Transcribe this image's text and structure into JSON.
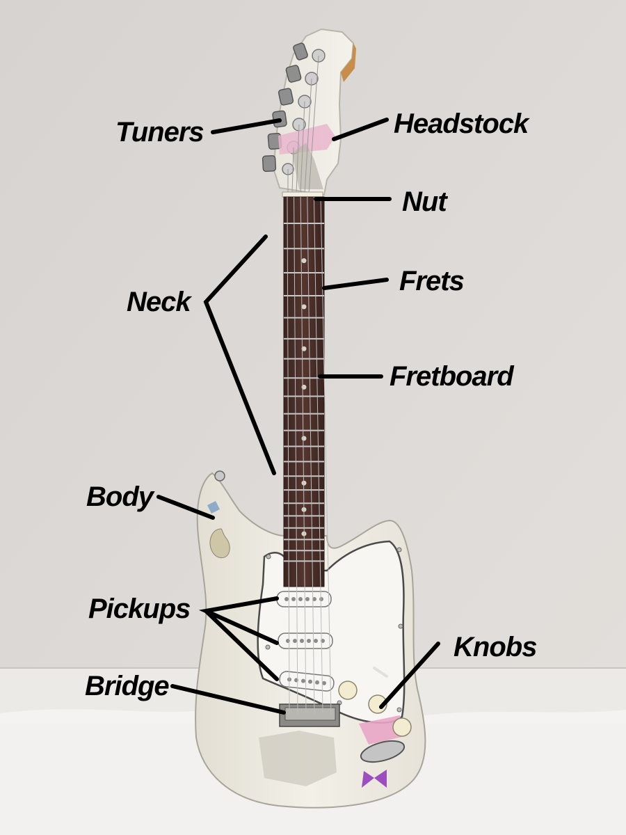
{
  "labels": {
    "tuners": "Tuners",
    "headstock": "Headstock",
    "nut": "Nut",
    "neck": "Neck",
    "frets": "Frets",
    "fretboard": "Fretboard",
    "body": "Body",
    "pickups": "Pickups",
    "knobs": "Knobs",
    "bridge": "Bridge"
  },
  "colors": {
    "wall": "#dcd9d6",
    "cloth": "#f3f2f0",
    "guitar_body": "#efece4",
    "pickguard": "#f6f5f1",
    "fretboard": "#4a2f2a",
    "leader_line": "#000000",
    "sticker_pink": "#e9a6c7"
  }
}
